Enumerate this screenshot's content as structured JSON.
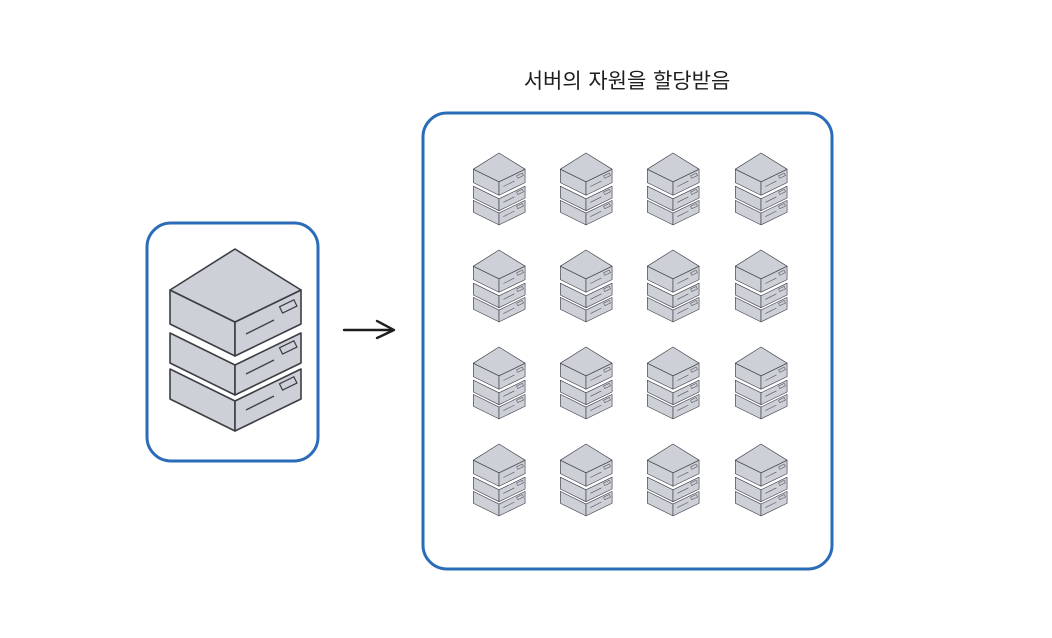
{
  "diagram": {
    "caption": "서버의 자원을 할당받음",
    "source_group": {
      "server_count": 1
    },
    "target_group": {
      "rows": 4,
      "columns": 4,
      "server_count": 16
    },
    "colors": {
      "frame": "#2b6cb8",
      "server_fill": "#cdd0d7",
      "server_stroke": "#3b3e45",
      "arrow": "#1e1e1e",
      "caption": "#1e1e1e"
    }
  }
}
